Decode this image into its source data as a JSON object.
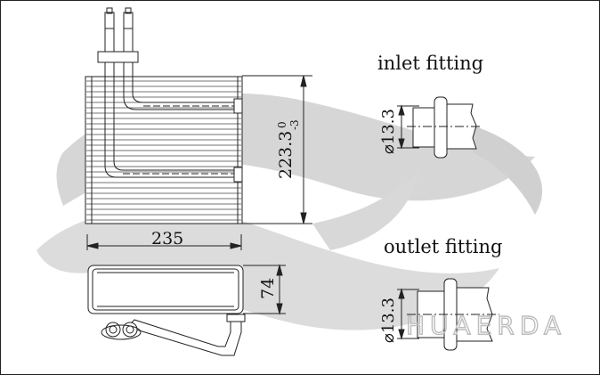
{
  "labels": {
    "inlet": "inlet fitting",
    "outlet": "outlet fitting",
    "inlet_diameter": "⌀13.3",
    "outlet_diameter": "⌀13.3"
  },
  "dimensions": {
    "height_value": "223.3",
    "height_tol_upper": "0",
    "height_tol_lower": "-3",
    "width": "235",
    "depth": "74"
  },
  "watermark": "HUAERDA",
  "colors": {
    "line": "#222222",
    "watermark": "#c8c8c8",
    "swirl": "#d4d4d4"
  }
}
